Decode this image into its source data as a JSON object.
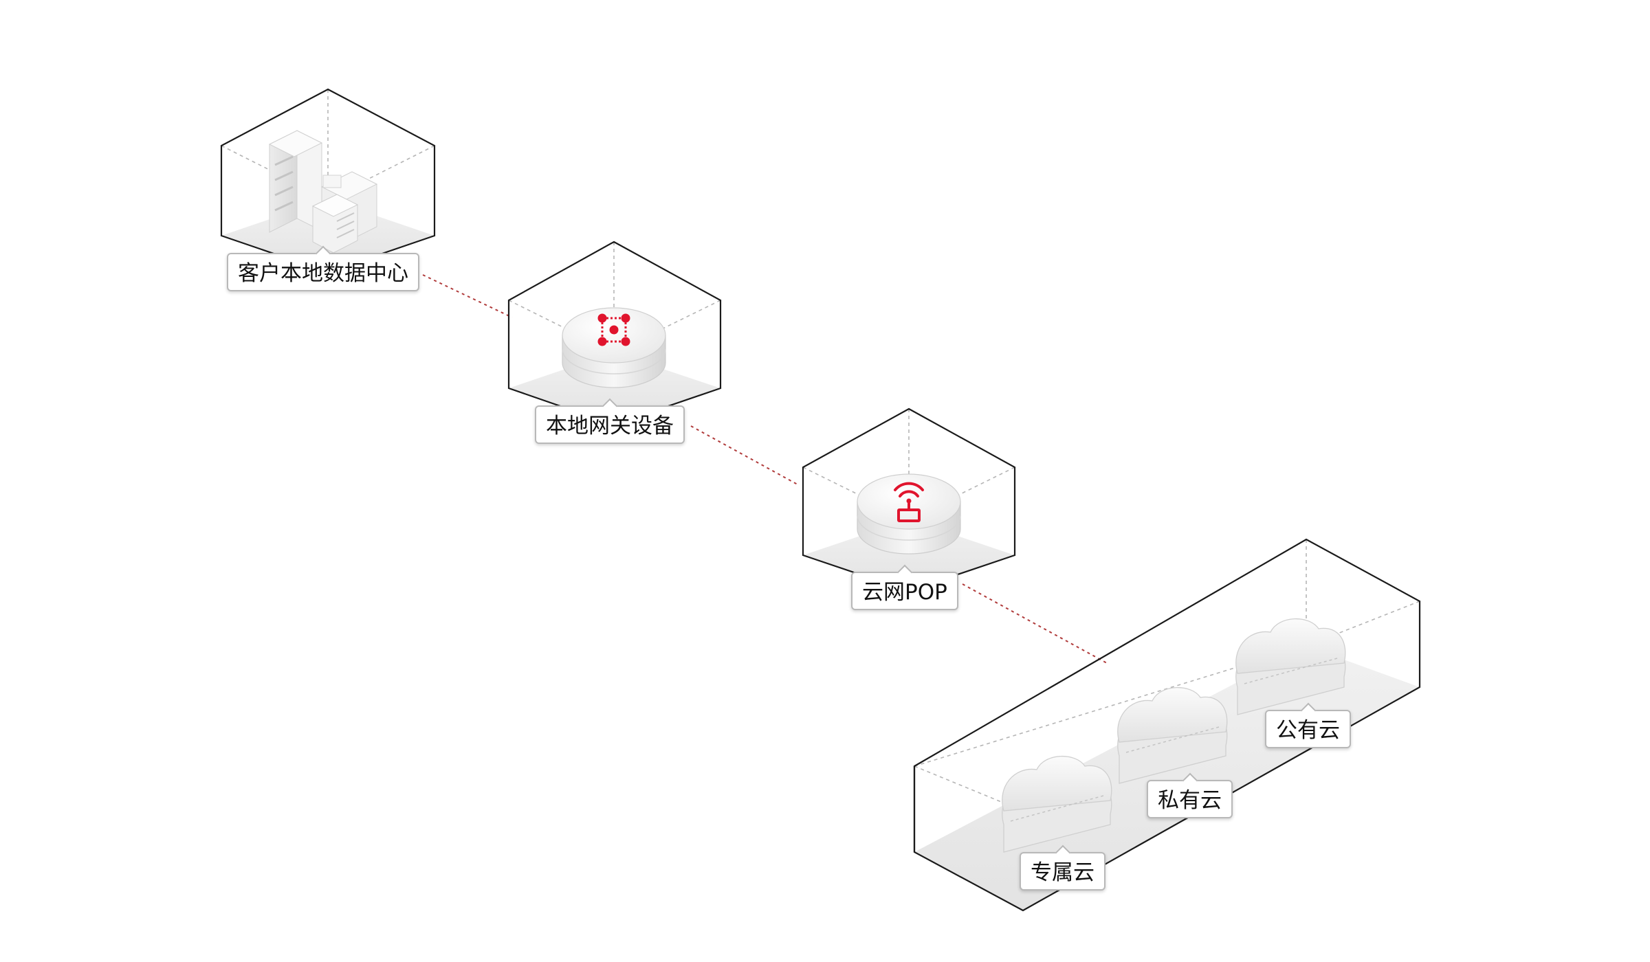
{
  "colors": {
    "accent": "#e0142d",
    "connector": "#b03a3a",
    "frame": "#1a1a1a",
    "guide": "#b0b0b0"
  },
  "nodes": {
    "datacenter": {
      "label": "客户本地数据中心",
      "icon": "server-building-icon"
    },
    "gateway": {
      "label": "本地网关设备",
      "icon": "gateway-nodes-icon"
    },
    "pop": {
      "label": "云网POP",
      "icon": "wireless-router-icon"
    }
  },
  "clouds": {
    "dedicated": {
      "label": "专属云",
      "icon": "cloud-icon"
    },
    "private": {
      "label": "私有云",
      "icon": "cloud-icon"
    },
    "public": {
      "label": "公有云",
      "icon": "cloud-icon"
    }
  }
}
